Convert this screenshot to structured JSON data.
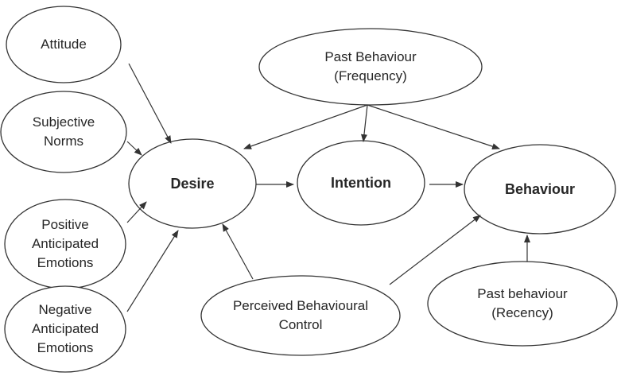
{
  "diagram": {
    "nodes": {
      "attitude": "Attitude",
      "subjective_norms": "Subjective\nNorms",
      "positive_emotions": "Positive\nAnticipated\nEmotions",
      "negative_emotions": "Negative\nAnticipated\nEmotions",
      "desire": "Desire",
      "intention": "Intention",
      "behaviour": "Behaviour",
      "past_behaviour_frequency": "Past Behaviour\n(Frequency)",
      "perceived_behavioural_control": "Perceived Behavioural\nControl",
      "past_behaviour_recency": "Past behaviour\n(Recency)"
    }
  }
}
